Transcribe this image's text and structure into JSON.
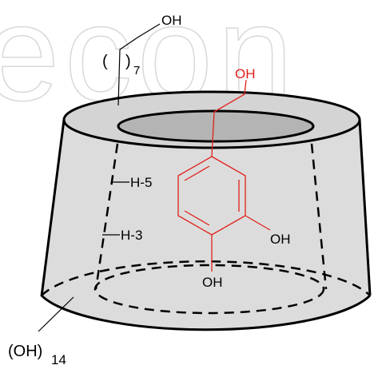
{
  "colors": {
    "cone_fill": "#dcdcdc",
    "cavity_fill": "#b4b4b4",
    "outline": "#000000",
    "guest": "#e0201a",
    "watermark": "#d2d2d2"
  },
  "watermark": "econ",
  "labels": {
    "top_oh": "OH",
    "paren_open": "(",
    "paren_close": ")",
    "chain_subscript": "7",
    "guest_oh_top": "OH",
    "guest_oh_right": "OH",
    "guest_oh_bottom": "OH",
    "h5": "H-5",
    "h3": "H-3",
    "bottom_oh": "(OH)",
    "bottom_subscript": "14"
  }
}
